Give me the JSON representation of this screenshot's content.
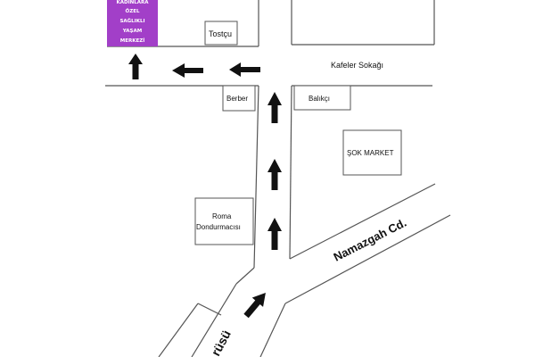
{
  "colors": {
    "background": "#ffffff",
    "road_line": "#555555",
    "arrow": "#111111",
    "clinic_fill": "#a23fc8",
    "clinic_text": "#ffffff"
  },
  "streets": {
    "kafeler": "Kafeler Sokağı",
    "namazgah": "Namazgah Cd.",
    "bottom_partial": "rüsü"
  },
  "places": {
    "tostcu": "Tostçu",
    "berber": "Berber",
    "balikci": "Balıkçı",
    "sok_market": "ŞOK MARKET",
    "roma_line1": "Roma",
    "roma_line2": "Dondurmacısı",
    "clinic_lines": [
      "KADINLARA",
      "ÖZEL",
      "SAĞLIKLI",
      "YAŞAM",
      "MERKEZİ"
    ]
  },
  "icons": {
    "route_arrow": "arrow-icon"
  }
}
